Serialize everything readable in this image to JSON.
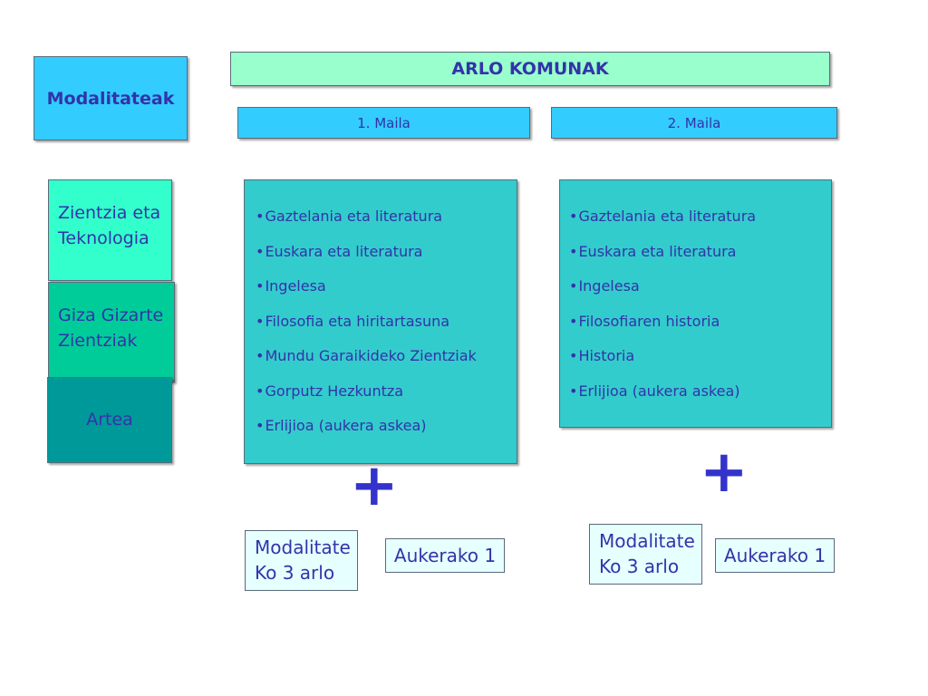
{
  "header": {
    "modalitateak": "Modalitateak",
    "arlo_komunak": "ARLO KOMUNAK",
    "maila1": "1. Maila",
    "maila2": "2. Maila"
  },
  "modalities": [
    {
      "line1": "Zientzia eta",
      "line2": "Teknologia"
    },
    {
      "line1": "Giza Gizarte",
      "line2": "Zientziak"
    },
    {
      "line1": "Artea"
    }
  ],
  "maila1_subjects": [
    "Gaztelania eta literatura",
    "Euskara eta literatura",
    "Ingelesa",
    "Filosofia eta hiritartasuna",
    "Mundu Garaikideko Zientziak",
    "Gorputz Hezkuntza",
    "Erlijioa (aukera askea)"
  ],
  "maila2_subjects": [
    "Gaztelania eta literatura",
    "Euskara eta literatura",
    "Ingelesa",
    "Filosofiaren historia",
    "Historia",
    "Erlijioa (aukera askea)"
  ],
  "plus_sign": "+",
  "options": {
    "modalitate_line1": "Modalitate",
    "modalitate_line2": "Ko 3 arlo",
    "aukerako": "Aukerako 1"
  },
  "colors": {
    "text": "#3333aa",
    "header_blue": "#33ccff",
    "header_green": "#99ffcc",
    "list_teal": "#33cccc",
    "zientzia": "#33ffcc",
    "giza": "#00cc99",
    "artea": "#009999",
    "option_bg": "#e6ffff"
  }
}
